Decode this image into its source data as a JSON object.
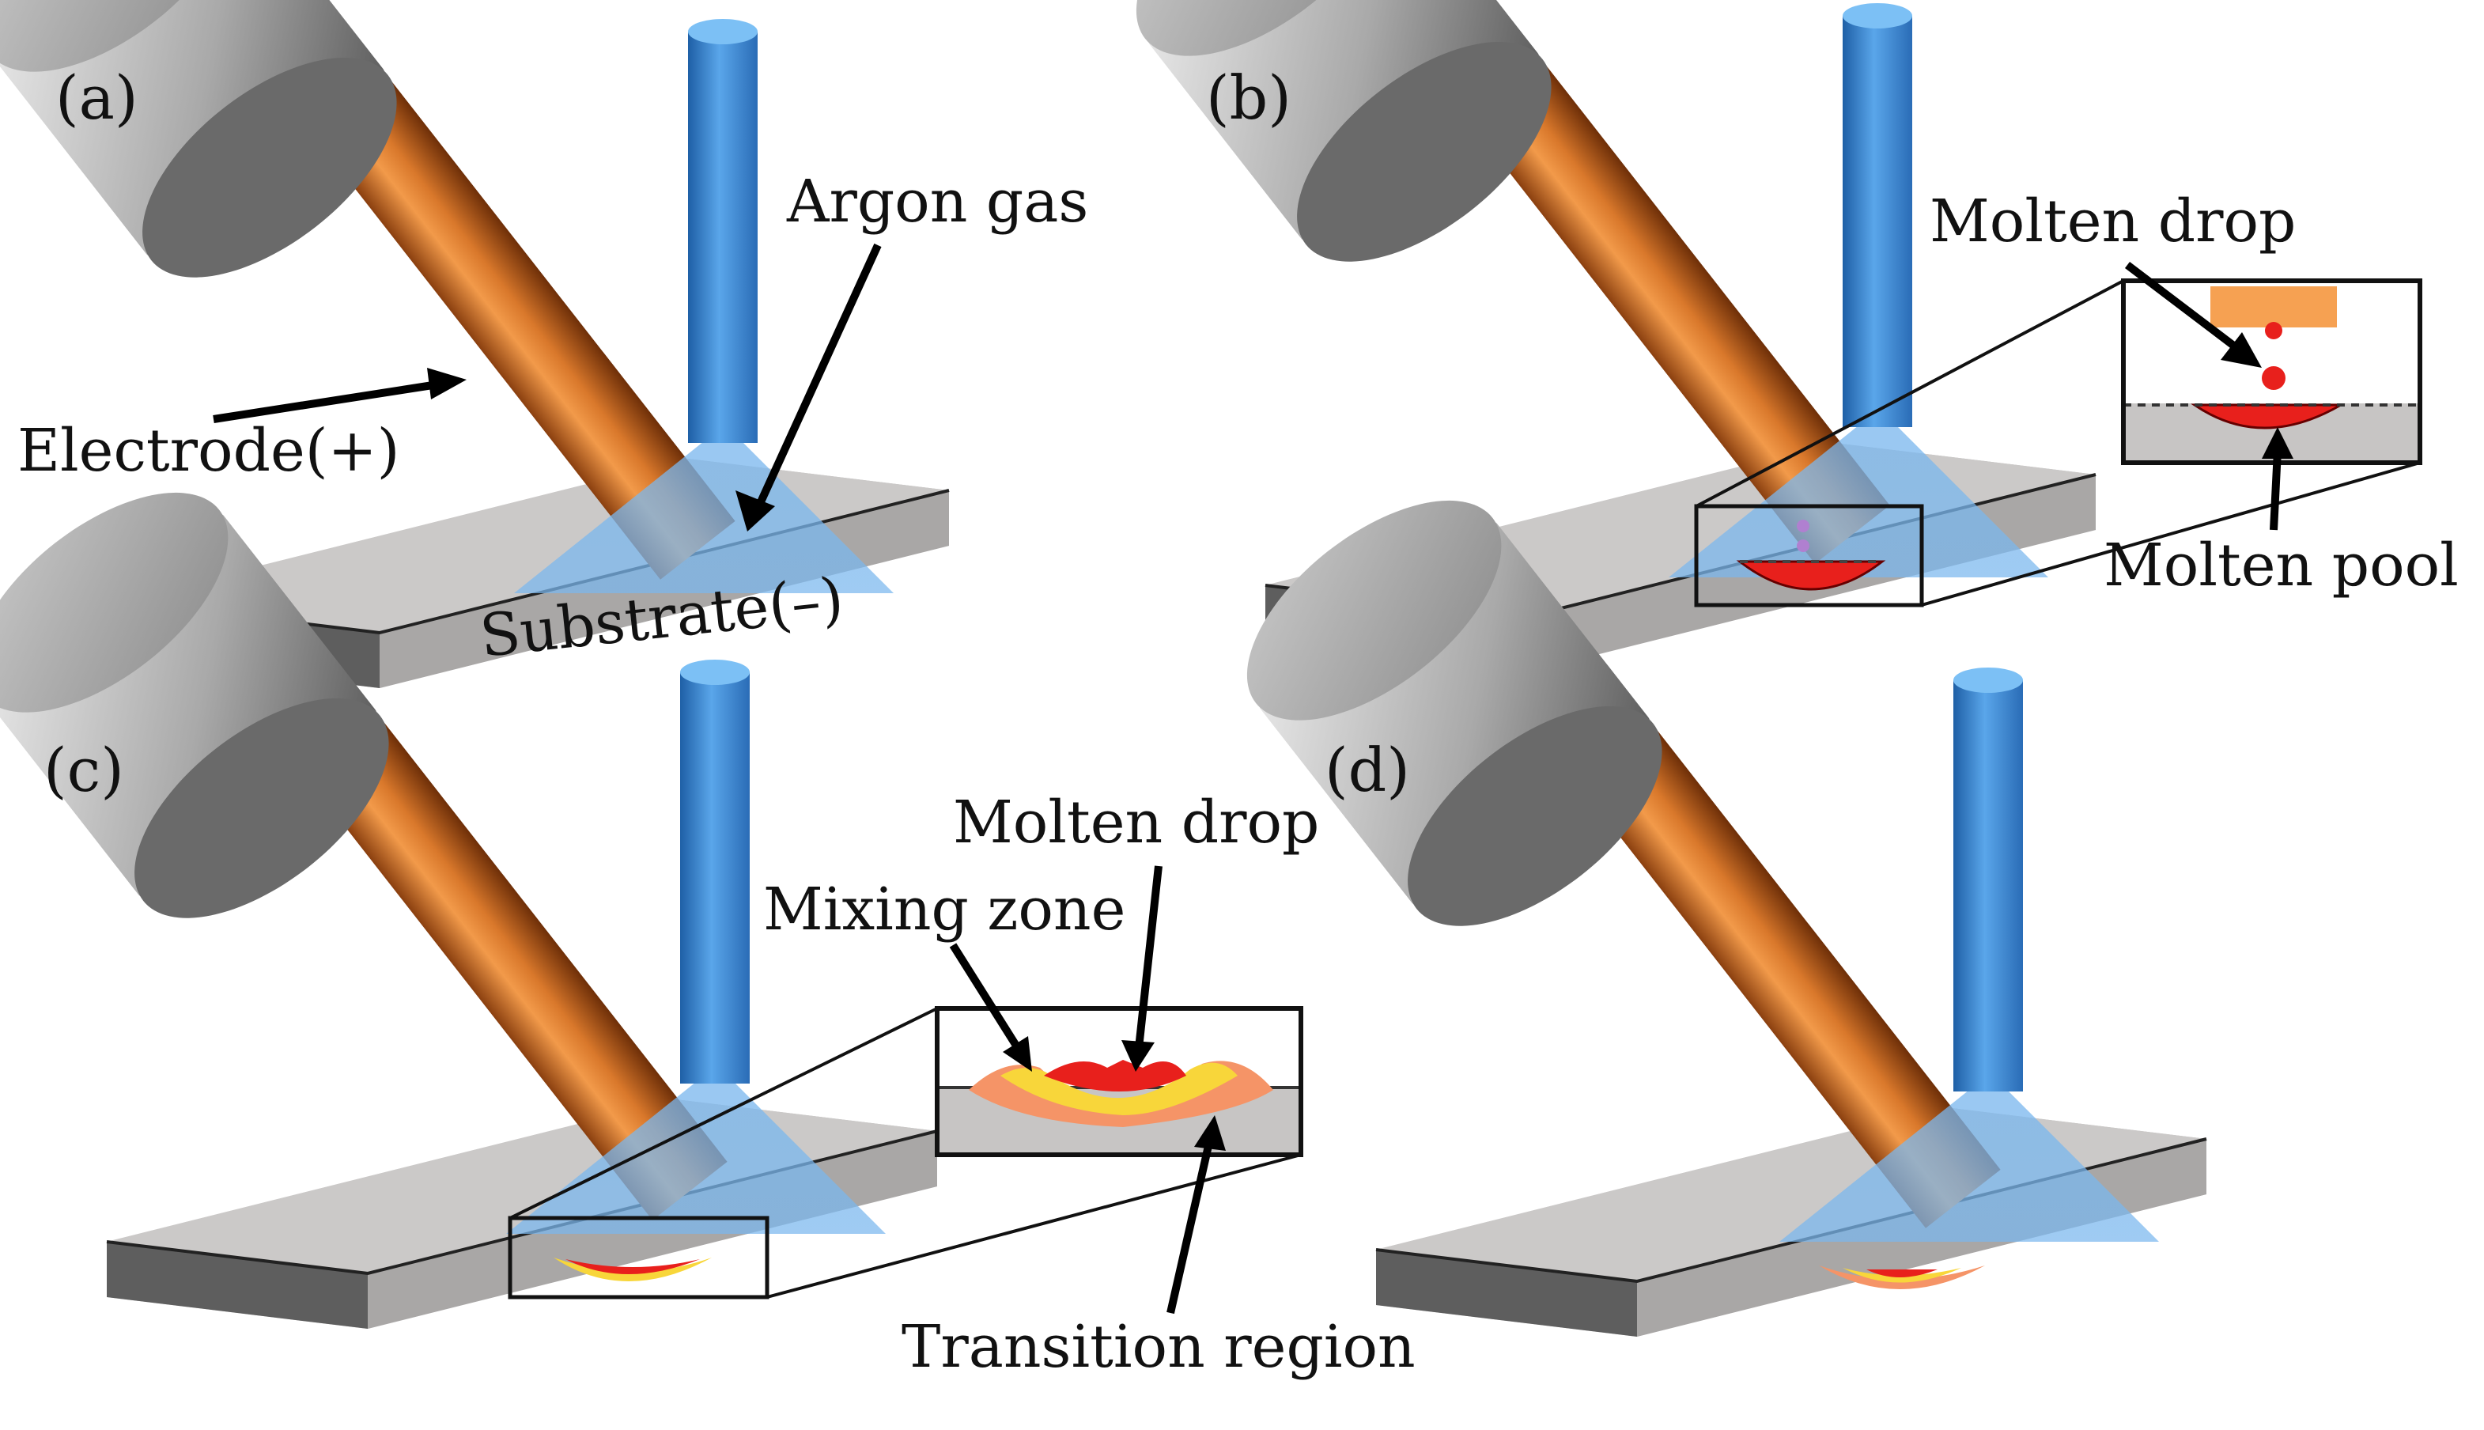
{
  "colors": {
    "electrode": "#d9782b",
    "gas_nozzle": "#3d8fd8",
    "arc": "#7ab7ee",
    "substrate_top": "#c9c7c6",
    "substrate_front": "#bdbbba",
    "substrate_side": "#5a5a5a",
    "molten": "#e8201c",
    "mixing": "#f8d63a",
    "transition": "#f59467",
    "holder": "#a8a8a8"
  },
  "panels": [
    {
      "id": "a",
      "label": "(a)",
      "annotations": {
        "argon": "Argon gas",
        "electrode": "Electrode(+)",
        "substrate": "Substrate(–)"
      }
    },
    {
      "id": "b",
      "label": "(b)",
      "annotations": {
        "drop": "Molten drop",
        "pool": "Molten pool"
      }
    },
    {
      "id": "c",
      "label": "(c)",
      "annotations": {
        "drop": "Molten drop",
        "mixing": "Mixing zone",
        "transition": "Transition region"
      }
    },
    {
      "id": "d",
      "label": "(d)",
      "annotations": {}
    }
  ]
}
